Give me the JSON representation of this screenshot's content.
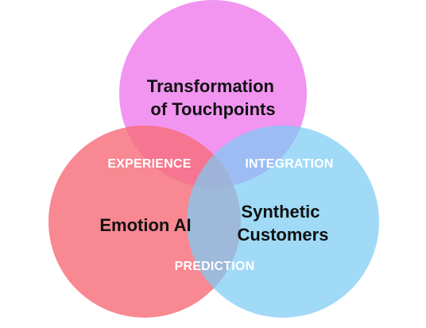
{
  "diagram": {
    "type": "venn",
    "circles": [
      {
        "id": "top",
        "label_lines": [
          "Transformation",
          "of Touchpoints"
        ],
        "color": "#ee82ee"
      },
      {
        "id": "left",
        "label_lines": [
          "Emotion AI"
        ],
        "color": "#f66e7a"
      },
      {
        "id": "right",
        "label_lines": [
          "Synthetic",
          "Customers"
        ],
        "color": "#7cccf4"
      }
    ],
    "overlaps": {
      "top_left": "EXPERIENCE",
      "top_right": "INTEGRATION",
      "left_right": "PREDICTION"
    }
  }
}
